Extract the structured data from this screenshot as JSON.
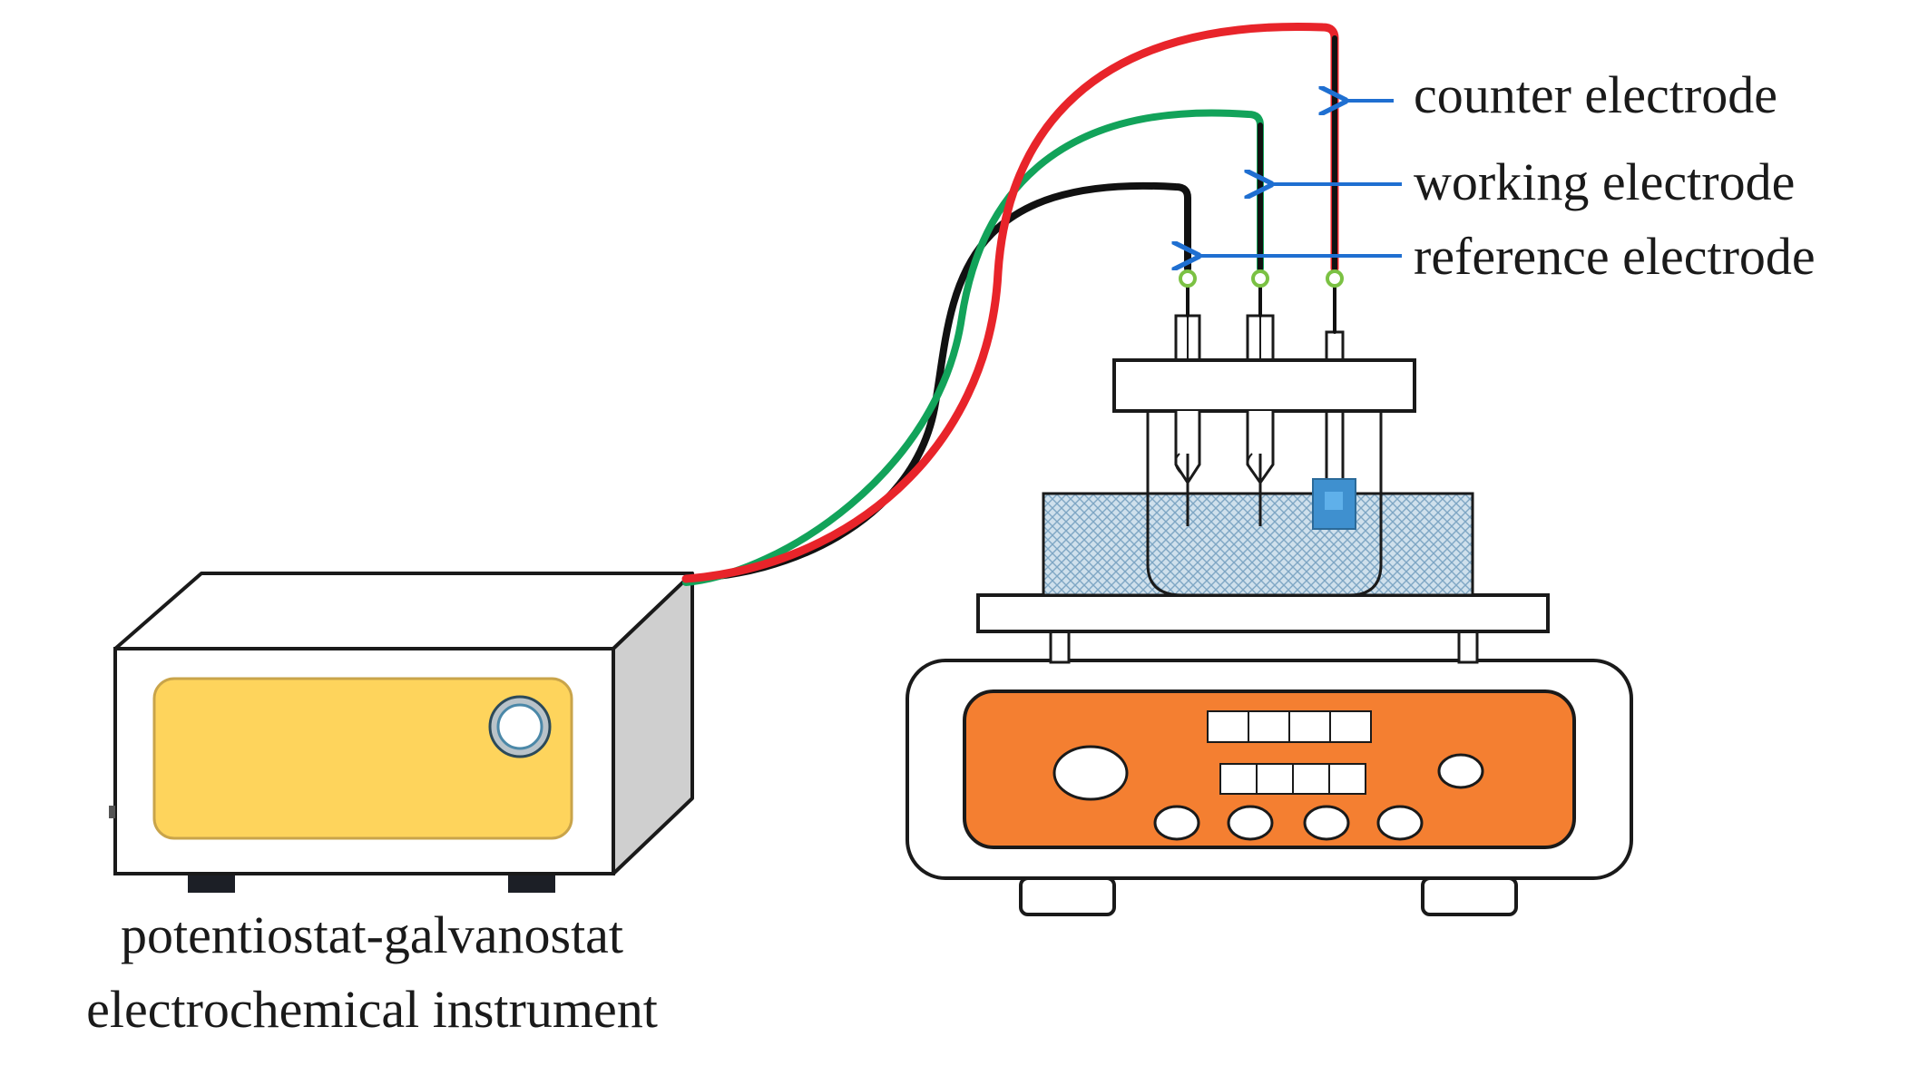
{
  "labels": {
    "counter": "counter electrode",
    "working": "working electrode",
    "reference": "reference electrode",
    "instrument_line1": "potentiostat-galvanostat",
    "instrument_line2": "electrochemical instrument"
  },
  "colors": {
    "counter_wire": "#e8242a",
    "working_wire": "#12a35a",
    "reference_wire": "#111111",
    "arrow": "#1f6fd1",
    "instrument_panel": "#fed45c",
    "stirrer_panel": "#f47f31",
    "solution": "#a9c7dd",
    "counter_plate": "#3f90cf"
  },
  "icons": {
    "instrument_knob": "circle-knob-icon",
    "stirrer_dial": "oval-dial-icon"
  }
}
